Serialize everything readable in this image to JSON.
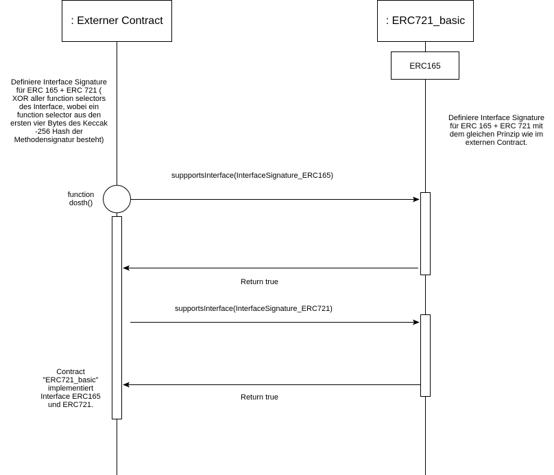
{
  "participants": {
    "external": {
      "label": ": Externer Contract"
    },
    "erc721": {
      "label": ": ERC721_basic",
      "sub_label": "ERC165"
    }
  },
  "notes": {
    "left_top": "Definiere Interface Signature\nfür ERC 165 + ERC 721 (\nXOR aller function selectors\ndes Interface, wobei ein\nfunction selector aus den\nersten vier Bytes des Keccak\n-256 Hash der\nMethodensignatur besteht)",
    "right_top": "Definiere Interface Signature\nfür ERC 165 + ERC 721 mit\ndem gleichen Prinzip wie im\nexternen Contract.",
    "function_label": "function\ndosth()",
    "left_bottom": "Contract\n\"ERC721_basic\"\nimplementiert\nInterface ERC165\nund ERC721."
  },
  "messages": {
    "msg1": "suppportsInterface(InterfaceSignature_ERC165)",
    "ret1": "Return true",
    "msg2": "supportsInterface(InterfaceSignature_ERC721)",
    "ret2": "Return true"
  },
  "colors": {
    "line": "#000000",
    "background": "#ffffff"
  }
}
